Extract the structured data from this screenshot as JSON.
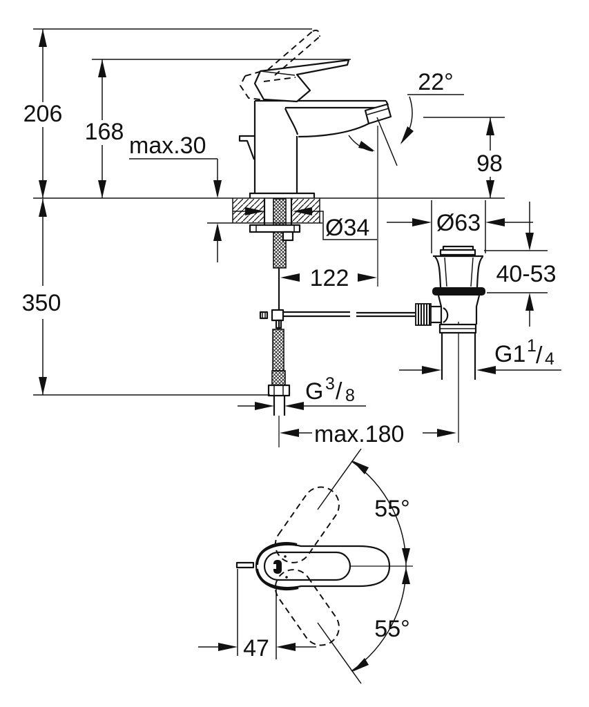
{
  "drawing_title": "single-lever-basin-mixer-installation-dimensions",
  "colors": {
    "ink": "#111111",
    "paper": "#ffffff"
  },
  "side_view": {
    "total_height": "206",
    "aerator_height": "168",
    "deck_thickness": "max.30",
    "spray_angle": "22°",
    "spout_height": "98",
    "hole_diameter": "Ø34",
    "spout_reach": "122",
    "hose_length": "350",
    "waste_flange_diameter": "Ø63",
    "waste_deck_range": "40-53",
    "waste_thread": {
      "prefix": "G1",
      "numerator": "1",
      "slash": "/",
      "denominator": "4"
    },
    "supply_thread": {
      "prefix": "G",
      "numerator": "3",
      "slash": "/",
      "denominator": "8"
    },
    "waste_offset": "max.180"
  },
  "top_view": {
    "swivel_upper": "55°",
    "swivel_lower": "55°",
    "lever_offset": "47"
  }
}
